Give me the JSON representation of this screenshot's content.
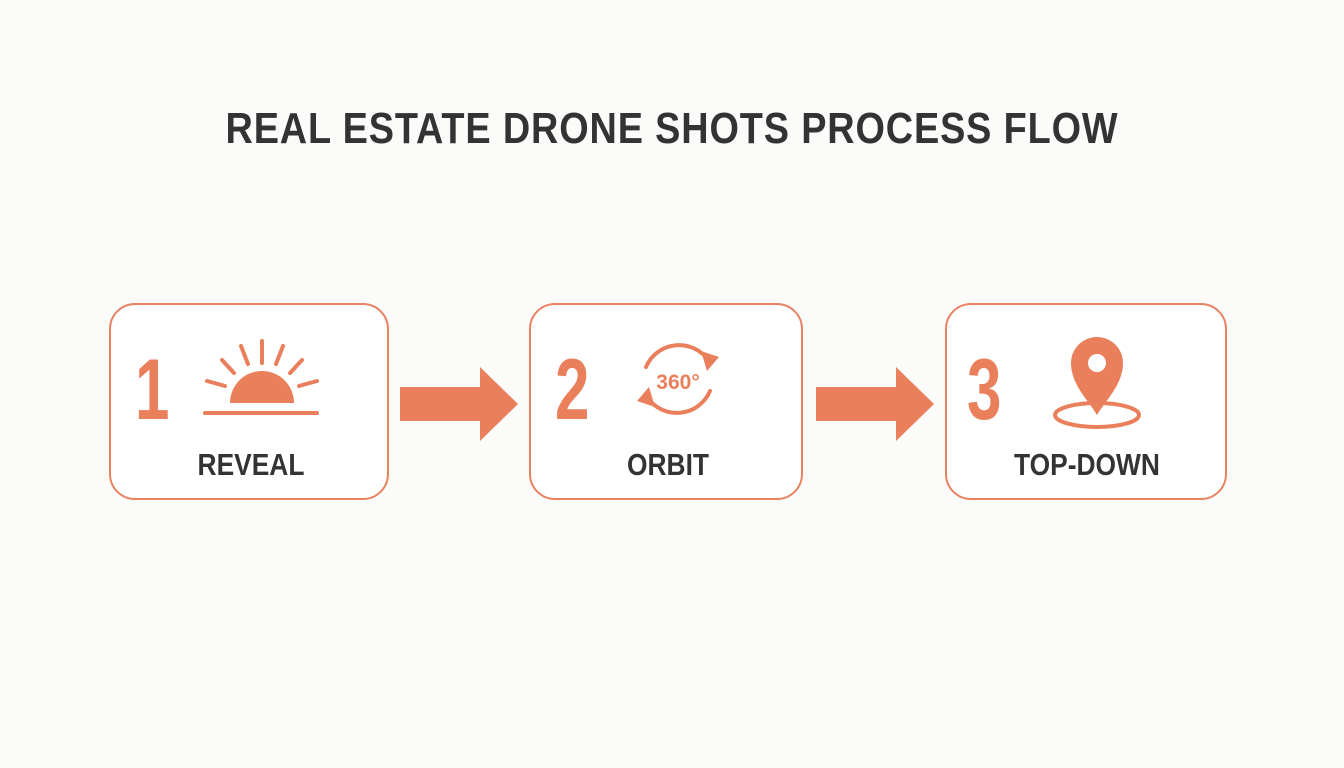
{
  "title": "REAL ESTATE DRONE SHOTS PROCESS FLOW",
  "colors": {
    "accent": "#ea7f5c",
    "border": "#e98262",
    "text": "#333333",
    "background": "#fbfbfa"
  },
  "steps": [
    {
      "number": "1",
      "label": "REVEAL",
      "icon": "sunrise-icon"
    },
    {
      "number": "2",
      "label": "ORBIT",
      "icon": "orbit-360-icon",
      "icon_text": "360°"
    },
    {
      "number": "3",
      "label": "TOP-DOWN",
      "icon": "location-pin-icon"
    }
  ]
}
